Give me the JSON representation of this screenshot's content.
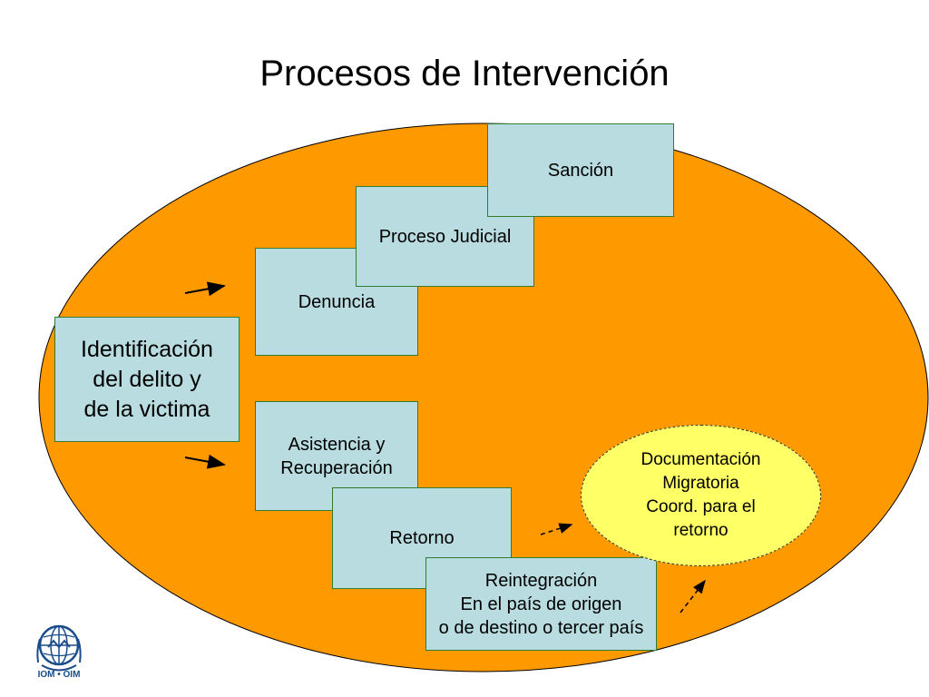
{
  "title": "Procesos de Intervención",
  "boxes": {
    "sancion": "Sanción",
    "proceso_judicial": "Proceso Judicial",
    "denuncia": "Denuncia",
    "identificacion": "Identificación\ndel delito y\nde la victima",
    "asistencia": "Asistencia y\nRecuperación",
    "retorno": "Retorno",
    "reintegracion": "Reintegración\nEn el país de origen\no de destino o tercer país"
  },
  "documentacion": "Documentación\nMigratoria\nCoord. para el\nretorno",
  "logo": {
    "text": "IOM • OIM",
    "icon": "iom-globe-logo-icon"
  },
  "colors": {
    "background_ellipse": "#ff9900",
    "box_fill": "#b8dce0",
    "box_border": "#2e7d32",
    "oval_fill": "#ffff66",
    "logo_blue": "#1a4c8c"
  }
}
